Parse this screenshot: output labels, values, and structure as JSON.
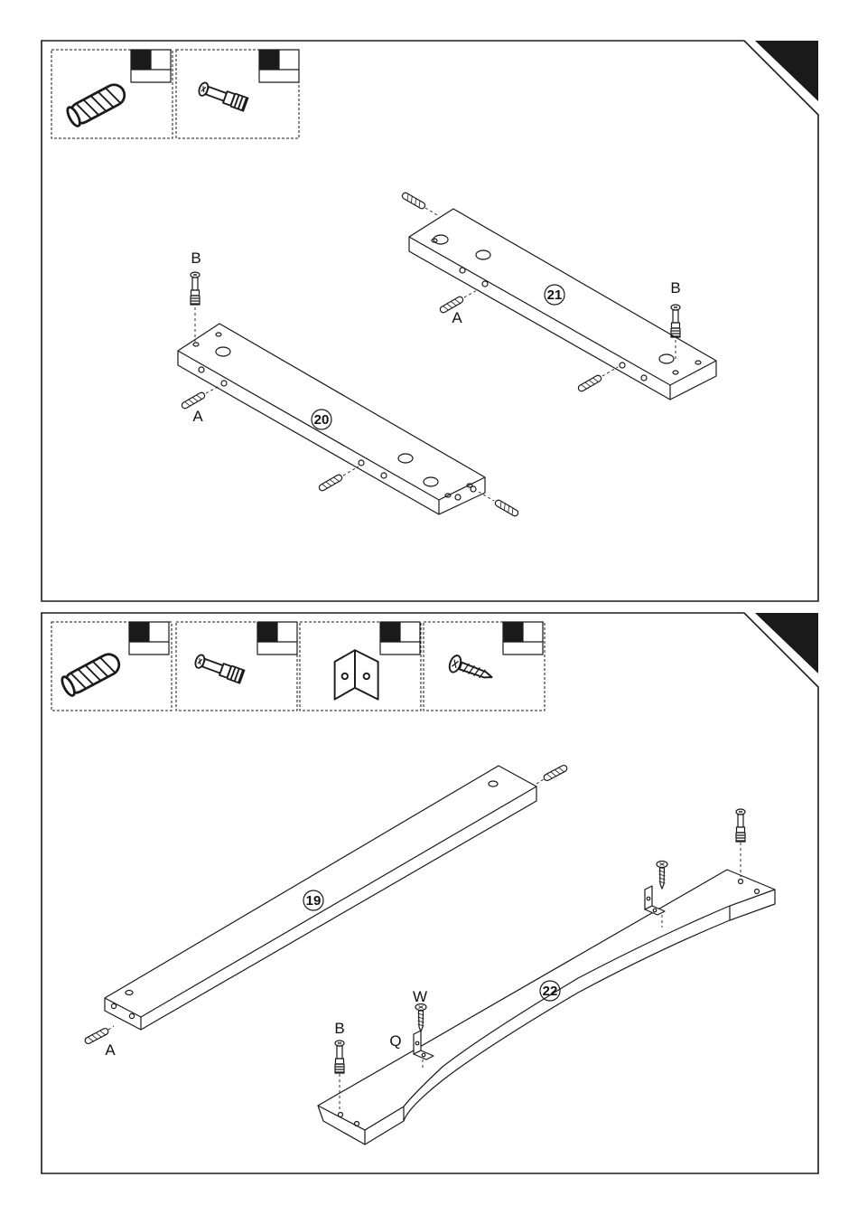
{
  "step1": {
    "part_boxes": [
      {
        "icon": "wooden-dowel-icon",
        "qty": ""
      },
      {
        "icon": "cam-bolt-icon",
        "qty": ""
      }
    ],
    "parts": {
      "board_20": "20",
      "board_21": "21"
    },
    "labels": {
      "dowel_left": "A",
      "dowel_right": "A",
      "bolt_left": "B",
      "bolt_right": "B"
    }
  },
  "step2": {
    "part_boxes": [
      {
        "icon": "wooden-dowel-icon",
        "qty": ""
      },
      {
        "icon": "cam-bolt-icon",
        "qty": ""
      },
      {
        "icon": "corner-bracket-icon",
        "qty": ""
      },
      {
        "icon": "screw-icon",
        "qty": ""
      }
    ],
    "parts": {
      "board_19": "19",
      "board_22": "22"
    },
    "labels": {
      "dowel": "A",
      "bolt": "B",
      "screw": "W",
      "bracket": "Q"
    }
  }
}
